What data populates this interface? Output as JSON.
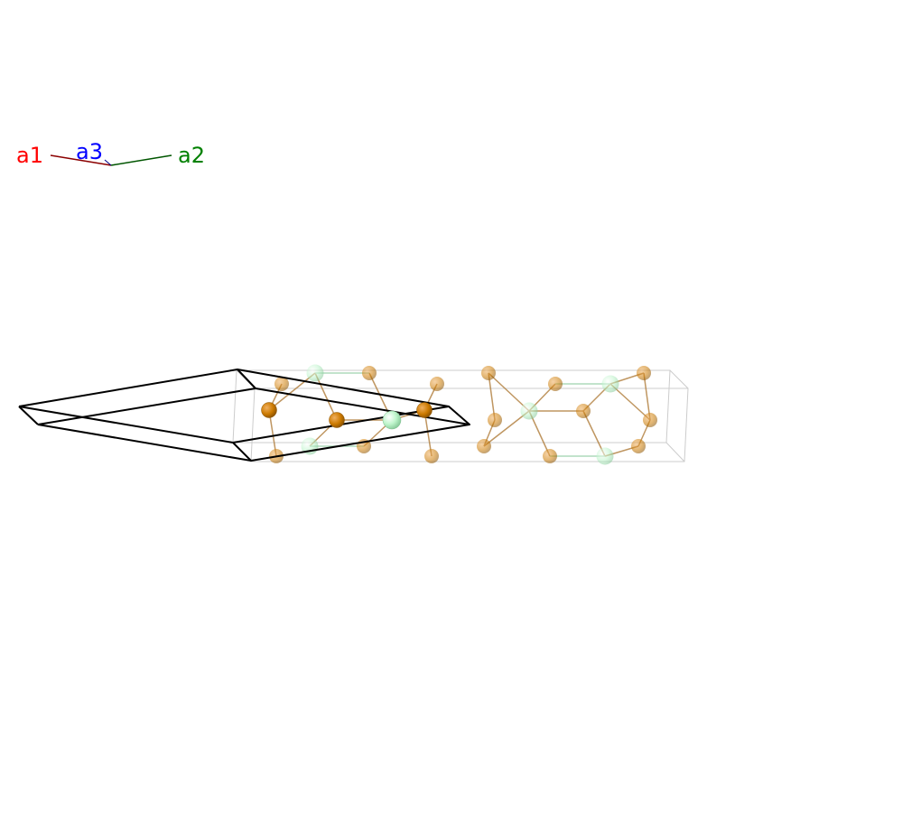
{
  "axes": {
    "a1": {
      "label": "a1",
      "color": "#ff0000",
      "line_color": "#8b0000"
    },
    "a2": {
      "label": "a2",
      "color": "#008000",
      "line_color": "#005500"
    },
    "a3": {
      "label": "a3",
      "color": "#0000ff",
      "line_color": "#00008b"
    }
  },
  "colors": {
    "cell_edge": "#000000",
    "ghost_cell_edge": "#cccccc",
    "atom_orange": "#cc7a00",
    "atom_orange_stroke": "#8a5200",
    "atom_green": "#aef0c0",
    "atom_green_stroke": "#7fbf90",
    "bond_orange": "#b07d3a",
    "bond_green": "#9fd4b0"
  },
  "icons": {
    "axes_triad": "axes-triad-icon",
    "unit_cell": "unit-cell-wireframe",
    "supercell": "supercell-ghost-box"
  }
}
